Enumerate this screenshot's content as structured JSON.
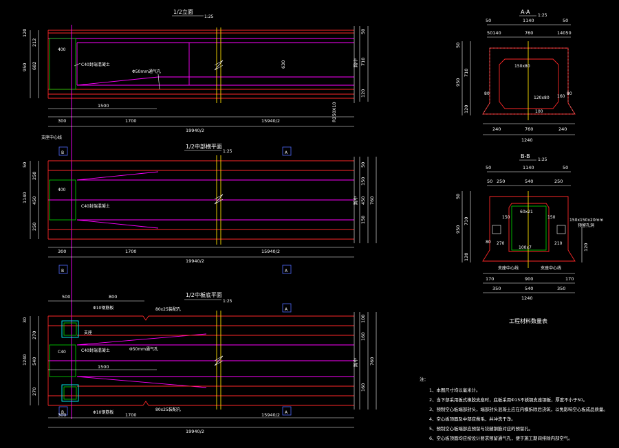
{
  "views": {
    "plan": {
      "title": "1/2立面",
      "scale": "1:25"
    },
    "mid": {
      "title": "1/2中部横平面",
      "scale": "1:25"
    },
    "bottom": {
      "title": "1/2中板底平面",
      "scale": "1:25"
    },
    "sec_a": {
      "title": "A-A",
      "scale": "1:25"
    },
    "sec_b": {
      "title": "B-B",
      "scale": "1:25"
    }
  },
  "labels": {
    "concrete": "C40封端混凝土",
    "tube": "Φ50mm通气孔",
    "tube2": "Φ50mm通气孔",
    "plate": "Φ10钢筋板",
    "plate2": "Φ10钢筋板",
    "notch": "80x25装配孔",
    "notch2": "80x25装配孔",
    "support": "支座中心线",
    "support2": "支座中心线",
    "pad": "支座",
    "midline": "跨中",
    "bearing": "R250X10",
    "void": "150x150x20mm",
    "void_note": "预留孔洞",
    "conc": "C40"
  },
  "markers": {
    "a": "A",
    "b": "B"
  },
  "dims": {
    "d120": "120",
    "d50": "50",
    "d212": "212",
    "d30": "30",
    "d300": "300",
    "d1700": "1700",
    "d1500": "1500",
    "d15940": "15940/2",
    "d19940": "19940/2",
    "d400": "400",
    "d950": "950",
    "d682": "682",
    "d710": "710",
    "d630": "630",
    "d250": "250",
    "d450": "450",
    "d1140": "1140",
    "d760": "760",
    "d160": "160",
    "d270": "270",
    "d1240": "1240",
    "d500": "500",
    "d800": "800",
    "d150": "150",
    "d240": "240",
    "d80": "80",
    "d50140": "50140",
    "d14050": "14050",
    "d150x80": "150x80",
    "d120x80": "120x80",
    "d100": "100",
    "d170": "170",
    "d210": "210",
    "d900": "900",
    "d350": "350",
    "d540": "540",
    "d540b": "540",
    "d60x21": "60x21",
    "d100x7": "100x7"
  },
  "table_caption": "工程材料数量表",
  "notes": {
    "heading": "注：",
    "items": [
      "1、本图尺寸均以毫米计。",
      "2、当下部采用板式橡胶支座时，底板采用Φ15不锈钢支座钢板，厚度不小于50。",
      "3、预制空心板端部封头，端部封头混凝土应在内模拆除后浇筑，以免影响空心板成品质量。",
      "4、空心板顶面及中部应凿毛，并冲洗干净。",
      "5、预制空心板端部应预留与铰缝钢筋对应的预留孔。",
      "6、空心板顶面均应按设计要求预留通气孔，便于施工期间排除内部空气。"
    ]
  }
}
